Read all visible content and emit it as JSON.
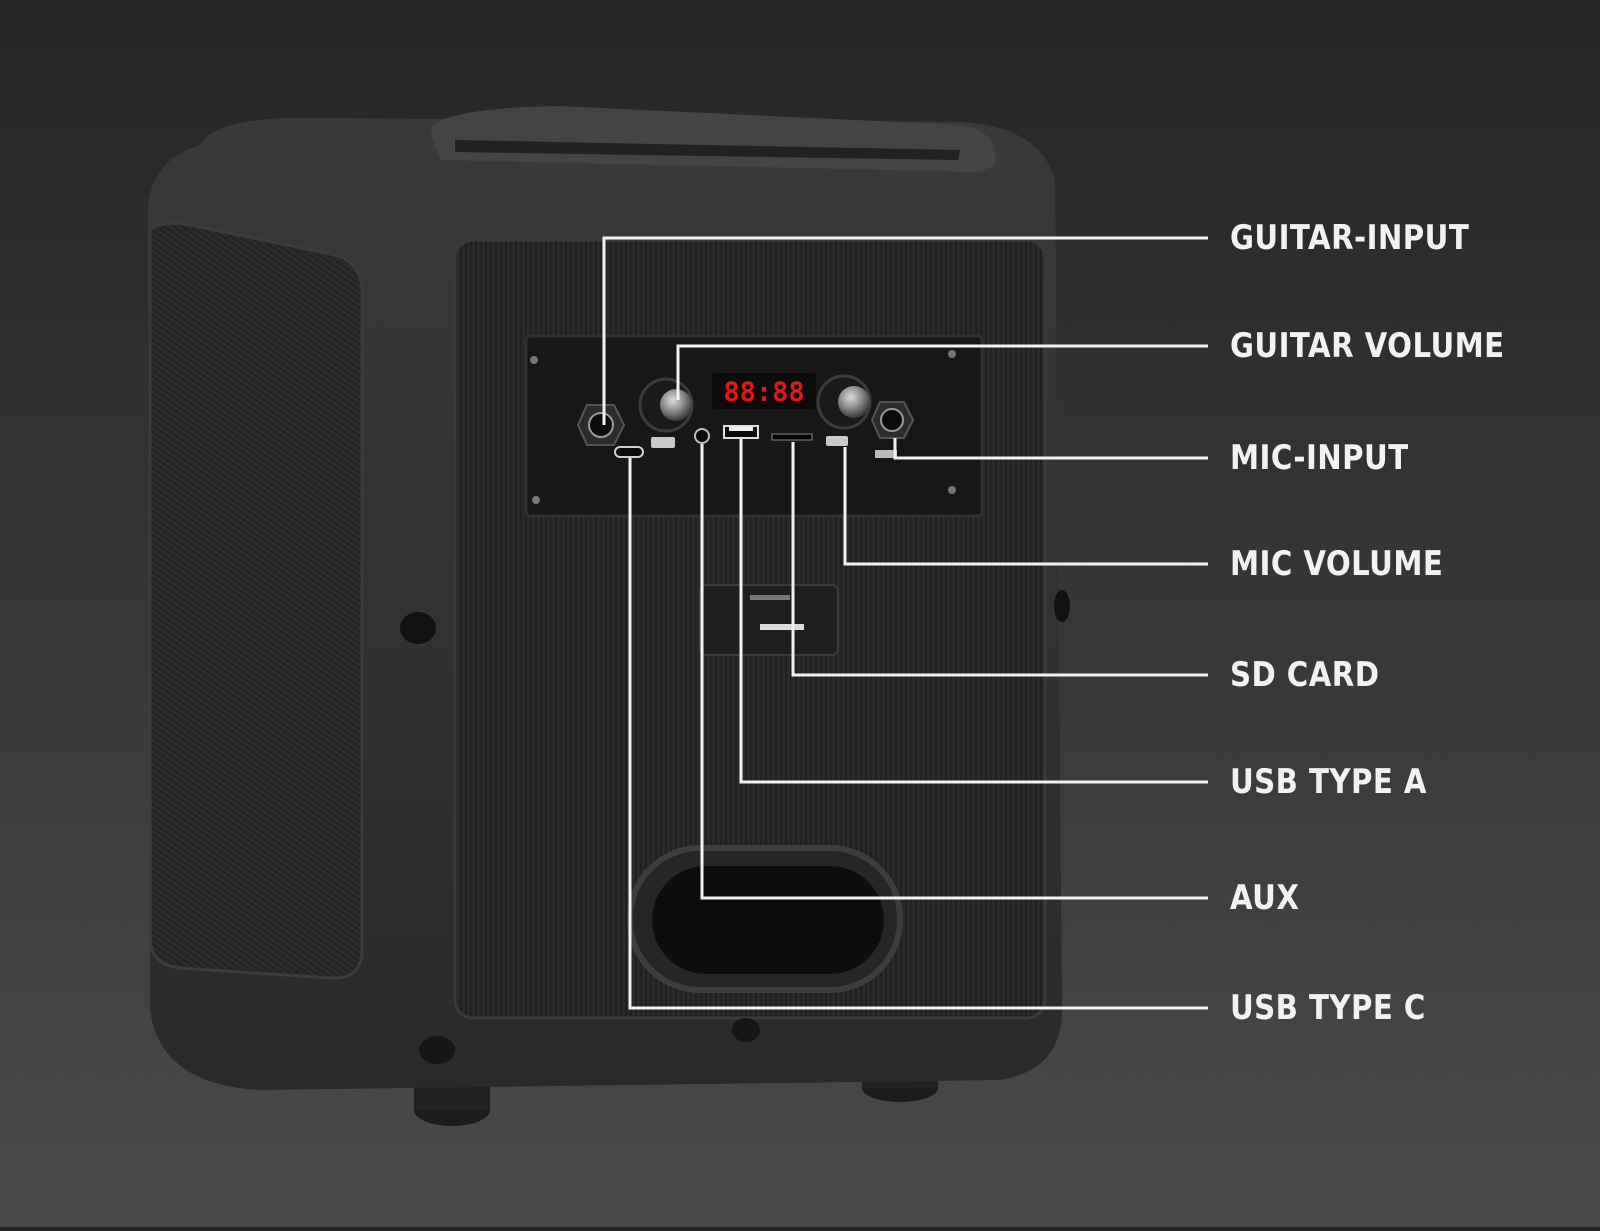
{
  "display": {
    "readout": "88:88"
  },
  "callouts": [
    {
      "id": "guitar-input",
      "label": "GUITAR-INPUT"
    },
    {
      "id": "guitar-volume",
      "label": "GUITAR VOLUME"
    },
    {
      "id": "mic-input",
      "label": "MIC-INPUT"
    },
    {
      "id": "mic-volume",
      "label": "MIC VOLUME"
    },
    {
      "id": "sd-card",
      "label": "SD CARD"
    },
    {
      "id": "usb-type-a",
      "label": "USB TYPE A"
    },
    {
      "id": "aux",
      "label": "AUX"
    },
    {
      "id": "usb-type-c",
      "label": "USB TYPE C"
    }
  ],
  "colors": {
    "label_text": "#f2f2f2",
    "leader_line": "#f2f2f2",
    "display_led": "#e01818",
    "speaker_body": "#2d2d2d"
  }
}
